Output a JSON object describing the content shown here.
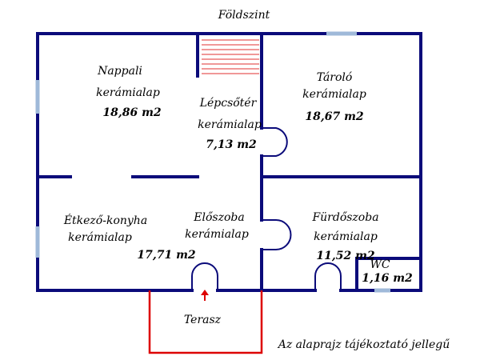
{
  "title": "Földszint",
  "note": "Az alaprajz tájékoztató jellegű",
  "rooms": {
    "nappali": {
      "name": "Nappali",
      "floor": "kerámialap",
      "area": "18,86 m2"
    },
    "lepcsoter": {
      "name": "Lépcsőtér",
      "floor": "kerámialap",
      "area": "7,13 m2"
    },
    "tarolo": {
      "name": "Tároló",
      "floor": "kerámialap",
      "area": "18,67 m2"
    },
    "etkezo": {
      "name": "Étkező-konyha",
      "floor": "kerámialap",
      "area": "17,71 m2"
    },
    "eloszoba": {
      "name": "Előszoba",
      "floor": "kerámialap"
    },
    "furdo": {
      "name": "Fürdőszoba",
      "floor": "kerámialap",
      "area": "11,52 m2"
    },
    "wc": {
      "name": "WC",
      "area": "1,16 m2"
    },
    "terasz": {
      "name": "Terasz"
    }
  },
  "colors": {
    "wall": "#0b0b7a",
    "window": "#9fb9d9",
    "stairs": "#e03030",
    "terrace": "#dd0000"
  }
}
